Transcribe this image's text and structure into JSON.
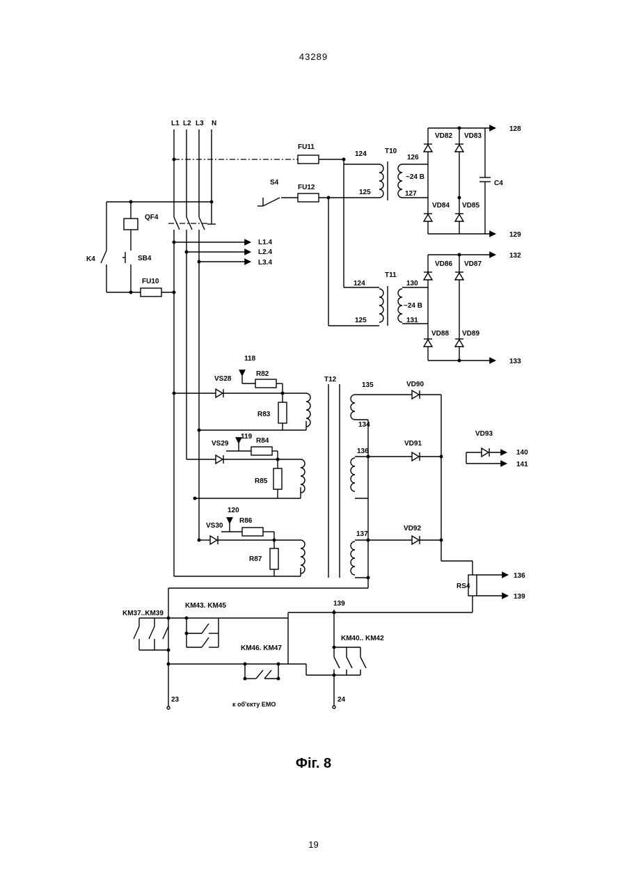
{
  "header": {
    "doc_number": "43289"
  },
  "caption": "Фіг. 8",
  "footer": {
    "page_number": "19"
  },
  "labels": {
    "l1": "L1",
    "l2": "L2",
    "l3": "L3",
    "n": "N",
    "qf4": "QF4",
    "k4": "K4",
    "sb4": "SB4",
    "fu10": "FU10",
    "fu11": "FU11",
    "fu12": "FU12",
    "s4": "S4",
    "l14": "L1.4",
    "l24": "L2.4",
    "l34": "L3.4",
    "t10": "T10",
    "t11": "T11",
    "t12": "T12",
    "n124a": "124",
    "n125a": "125",
    "n126": "126",
    "n127": "127",
    "v24a": "~24 В",
    "v24b": "~24 В",
    "vd82": "VD82",
    "vd83": "VD83",
    "vd84": "VD84",
    "vd85": "VD85",
    "c4": "C4",
    "n128": "128",
    "n129": "129",
    "n124b": "124",
    "n125b": "125",
    "n130": "130",
    "n131": "131",
    "vd86": "VD86",
    "vd87": "VD87",
    "vd88": "VD88",
    "vd89": "VD89",
    "n132": "132",
    "n133": "133",
    "n118": "118",
    "n119": "119",
    "n120": "120",
    "vs28": "VS28",
    "vs29": "VS29",
    "vs30": "VS30",
    "r82": "R82",
    "r83": "R83",
    "r84": "R84",
    "r85": "R85",
    "r86": "R86",
    "r87": "R87",
    "n135": "135",
    "n134": "134",
    "n136a": "136",
    "n137": "137",
    "vd90": "VD90",
    "vd91": "VD91",
    "vd92": "VD92",
    "vd93": "VD93",
    "n140": "140",
    "n141": "141",
    "rs4": "RS4",
    "n136b": "136",
    "n139b": "139",
    "n139a": "139",
    "km37": "KM37..KM39",
    "km43": "KM43. KM45",
    "km46": "KM46. KM47",
    "km40": "KM40.. KM42",
    "n23": "23",
    "n24": "24",
    "emo": "к об'єкту ЕМО"
  }
}
